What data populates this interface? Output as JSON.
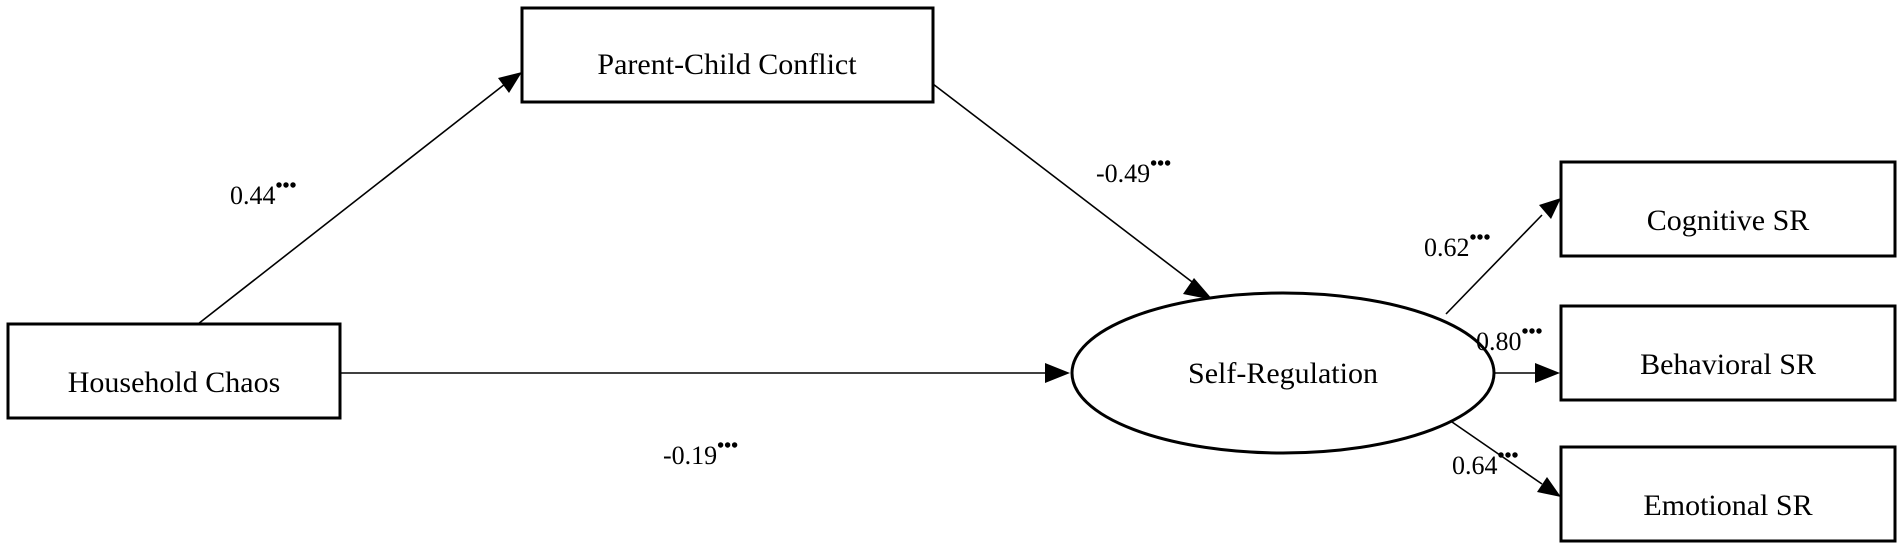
{
  "nodes": {
    "parent_child_conflict": "Parent-Child Conflict",
    "household_chaos": "Household Chaos",
    "self_regulation": "Self-Regulation",
    "cognitive_sr": "Cognitive SR",
    "behavioral_sr": "Behavioral SR",
    "emotional_sr": "Emotional SR"
  },
  "paths": {
    "chaos_to_conflict": {
      "value": "0.44",
      "sig": "•••"
    },
    "conflict_to_selfreg": {
      "value": "-0.49",
      "sig": "•••"
    },
    "chaos_to_selfreg": {
      "value": "-0.19",
      "sig": "•••"
    },
    "selfreg_to_cognitive": {
      "value": "0.62",
      "sig": "•••"
    },
    "selfreg_to_behavioral": {
      "value": "0.80",
      "sig": "•••"
    },
    "selfreg_to_emotional": {
      "value": "0.64",
      "sig": "•••"
    }
  }
}
